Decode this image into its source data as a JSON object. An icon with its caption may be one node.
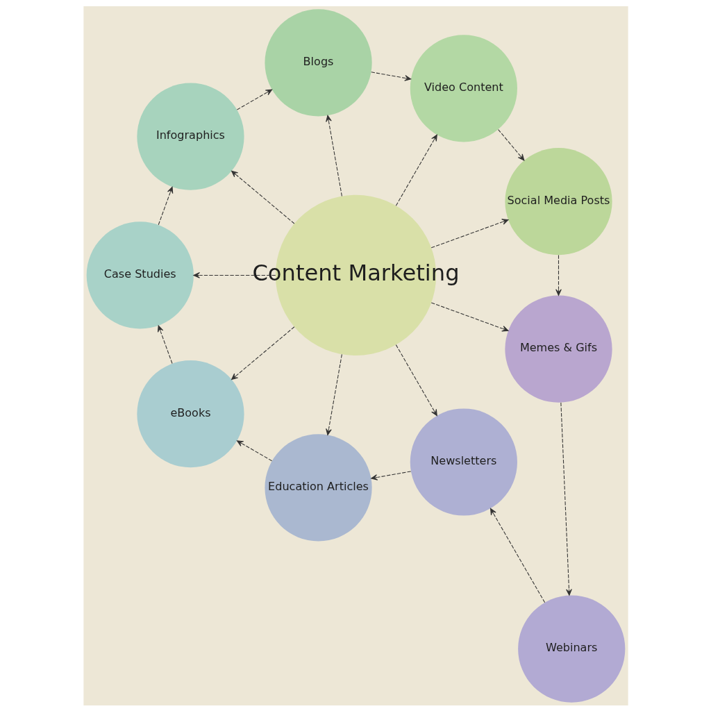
{
  "diagram": {
    "nodes": [
      {
        "text": [
          "Content Marketing"
        ]
      },
      {
        "text": [
          "Social Media Posts"
        ]
      },
      {
        "text": [
          "Video Content"
        ]
      },
      {
        "text": [
          "Blogs"
        ]
      },
      {
        "text": [
          "Infographics"
        ]
      },
      {
        "text": [
          "Case Studies"
        ]
      },
      {
        "text": [
          "eBooks"
        ]
      },
      {
        "text": [
          "Education Articles"
        ]
      },
      {
        "text": [
          "Newsletters"
        ]
      },
      {
        "text": [
          "Webinars"
        ]
      },
      {
        "text": [
          "Memes & Gifs"
        ]
      }
    ],
    "edges": [
      {
        "from": 0,
        "to": 10,
        "arrow": "to",
        "style": "dashed"
      },
      {
        "from": 0,
        "to": 1,
        "arrow": "to",
        "style": "dashed"
      },
      {
        "from": 0,
        "to": 2,
        "arrow": "to",
        "style": "dashed"
      },
      {
        "from": 0,
        "to": 3,
        "arrow": "to",
        "style": "dashed"
      },
      {
        "from": 0,
        "to": 4,
        "arrow": "to",
        "style": "dashed"
      },
      {
        "from": 0,
        "to": 5,
        "arrow": "to",
        "style": "dashed"
      },
      {
        "from": 0,
        "to": 6,
        "arrow": "to",
        "style": "dashed"
      },
      {
        "from": 0,
        "to": 7,
        "arrow": "to",
        "style": "dashed"
      },
      {
        "from": 0,
        "to": 8,
        "arrow": "to",
        "style": "dashed"
      },
      {
        "from": 1,
        "to": 10,
        "arrow": "to",
        "style": "dashed"
      },
      {
        "from": 10,
        "to": 9,
        "arrow": "to",
        "style": "dashed"
      },
      {
        "from": 9,
        "to": 8,
        "arrow": "to",
        "style": "dashed"
      },
      {
        "from": 8,
        "to": 7,
        "arrow": "to",
        "style": "dashed"
      },
      {
        "from": 7,
        "to": 6,
        "arrow": "to",
        "style": "dashed"
      },
      {
        "from": 6,
        "to": 5,
        "arrow": "to",
        "style": "dashed"
      },
      {
        "from": 5,
        "to": 4,
        "arrow": "to",
        "style": "dashed"
      },
      {
        "from": 4,
        "to": 3,
        "arrow": "to",
        "style": "dashed"
      },
      {
        "from": 3,
        "to": 2,
        "arrow": "to",
        "style": "dashed"
      },
      {
        "from": 2,
        "to": 1,
        "arrow": "to",
        "style": "dashed"
      }
    ]
  }
}
